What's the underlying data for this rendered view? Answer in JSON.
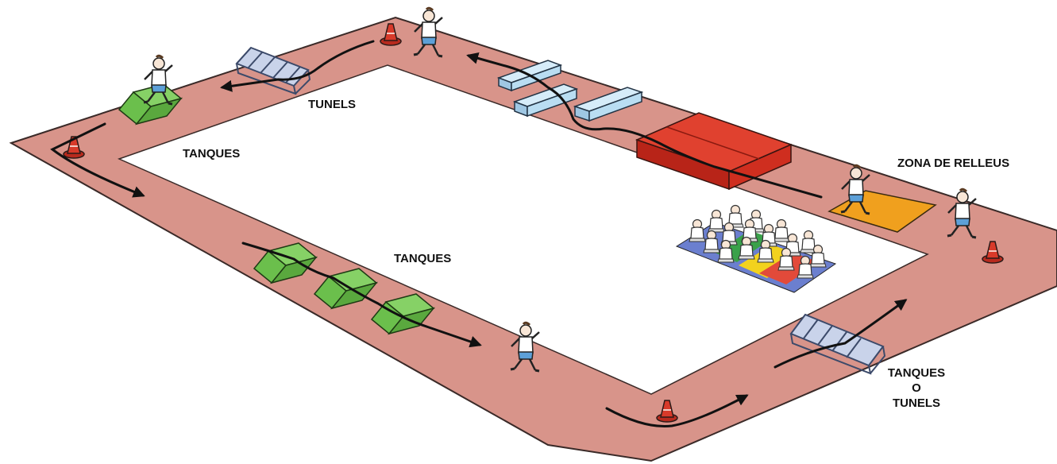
{
  "labels": {
    "tunels_top": "TUNELS",
    "tanques_left": "TANQUES",
    "tanques_mid": "TANQUES",
    "zona_relleus": "ZONA DE RELLEUS",
    "tanques_o_tunels_line1": "TANQUES",
    "tanques_o_tunels_line2": "O",
    "tanques_o_tunels_line3": "TUNELS"
  },
  "colors": {
    "track": "#d8948a",
    "track_edge": "#3a2a28",
    "infield": "#ffffff",
    "cone": "#d83a2a",
    "bench": "#b9ddf2",
    "mat": "#cf2e1f",
    "tent": "#79c95a",
    "relay_zone": "#f0a01e",
    "tunnel": "#6f7fa8",
    "path": "#111111"
  },
  "icons": [
    "cone-icon",
    "bench-icon",
    "crash-mat-icon",
    "tent-tunnel-icon",
    "frame-tunnel-icon",
    "runner-icon",
    "seated-children-icon",
    "relay-zone-icon",
    "direction-arrow-icon"
  ]
}
